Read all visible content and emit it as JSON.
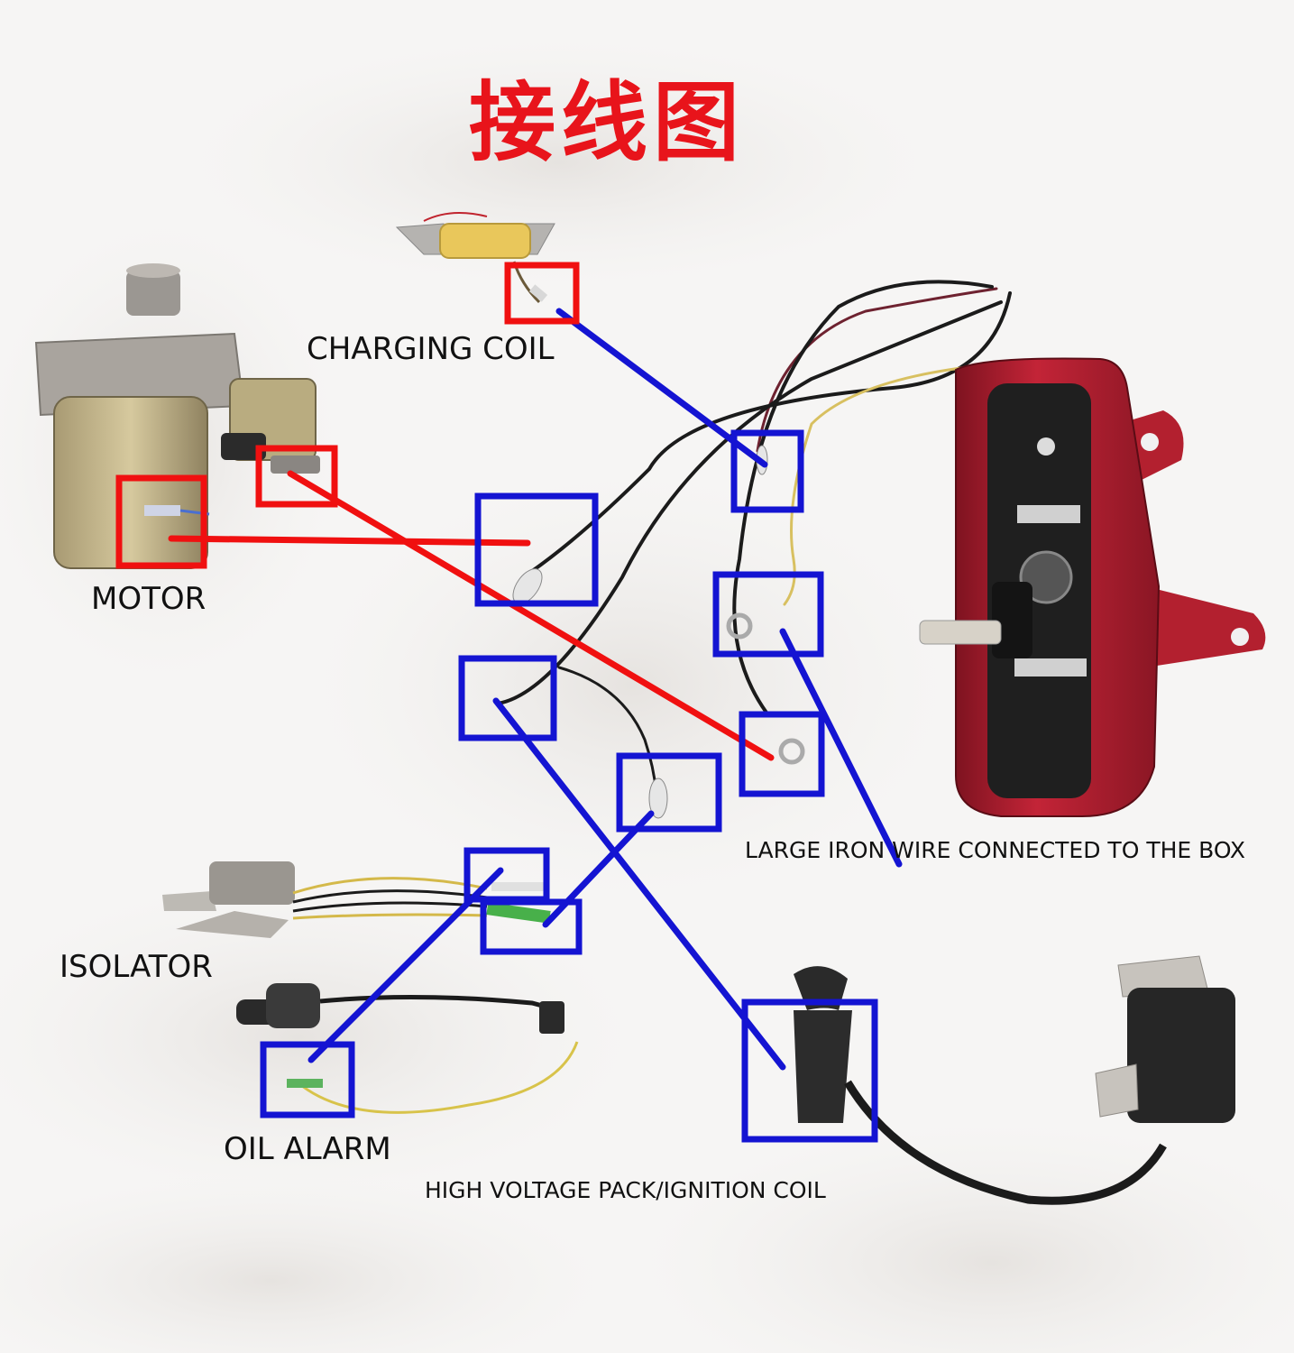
{
  "title": "接线图",
  "labels": {
    "charging_coil": "CHARGING COIL",
    "motor": "MOTOR",
    "isolator": "ISOLATOR",
    "oil_alarm": "OIL ALARM",
    "ignition_coil": "HIGH VOLTAGE PACK/IGNITION COIL",
    "iron_wire": "LARGE IRON WIRE CONNECTED TO THE BOX"
  },
  "colors": {
    "title": "#e8141b",
    "red_connection": "#f01010",
    "blue_connection": "#1414d2",
    "switch_box": "#b3202f"
  }
}
